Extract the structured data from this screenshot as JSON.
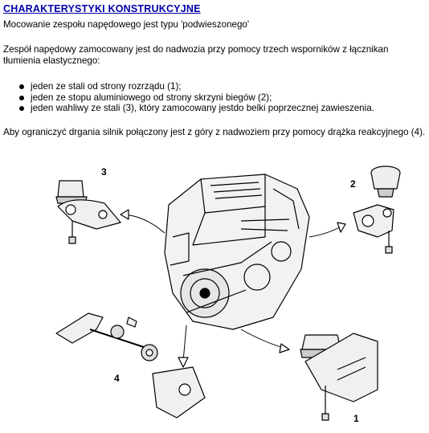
{
  "title": "CHARAKTERYSTYKI KONSTRUKCYJNE",
  "intro": "Mocowanie zespołu napędowego jest typu 'podwieszonego'",
  "paragraph1": "Zespół napędowy zamocowany jest do nadwozia przy pomocy trzech wsporników z łącznikan tłumienia elastycznego:",
  "bullets": [
    "jeden ze stali od strony rozrządu (1);",
    "jeden ze stopu aluminiowego od strony skrzyni biegów (2);",
    "jeden wahliwy ze stali (3), który zamocowany jestdo belki poprzecznej zawieszenia."
  ],
  "paragraph2": "Aby ograniczyć drgania silnik połączony jest z góry z nadwoziem przy pomocy drążka reakcyjnego (4).",
  "figure": {
    "callouts": [
      "1",
      "2",
      "3",
      "4"
    ],
    "icons": [
      "engine-illustration",
      "mount-1-illustration",
      "mount-2-illustration",
      "mount-3-illustration",
      "mount-4-illustration"
    ]
  }
}
